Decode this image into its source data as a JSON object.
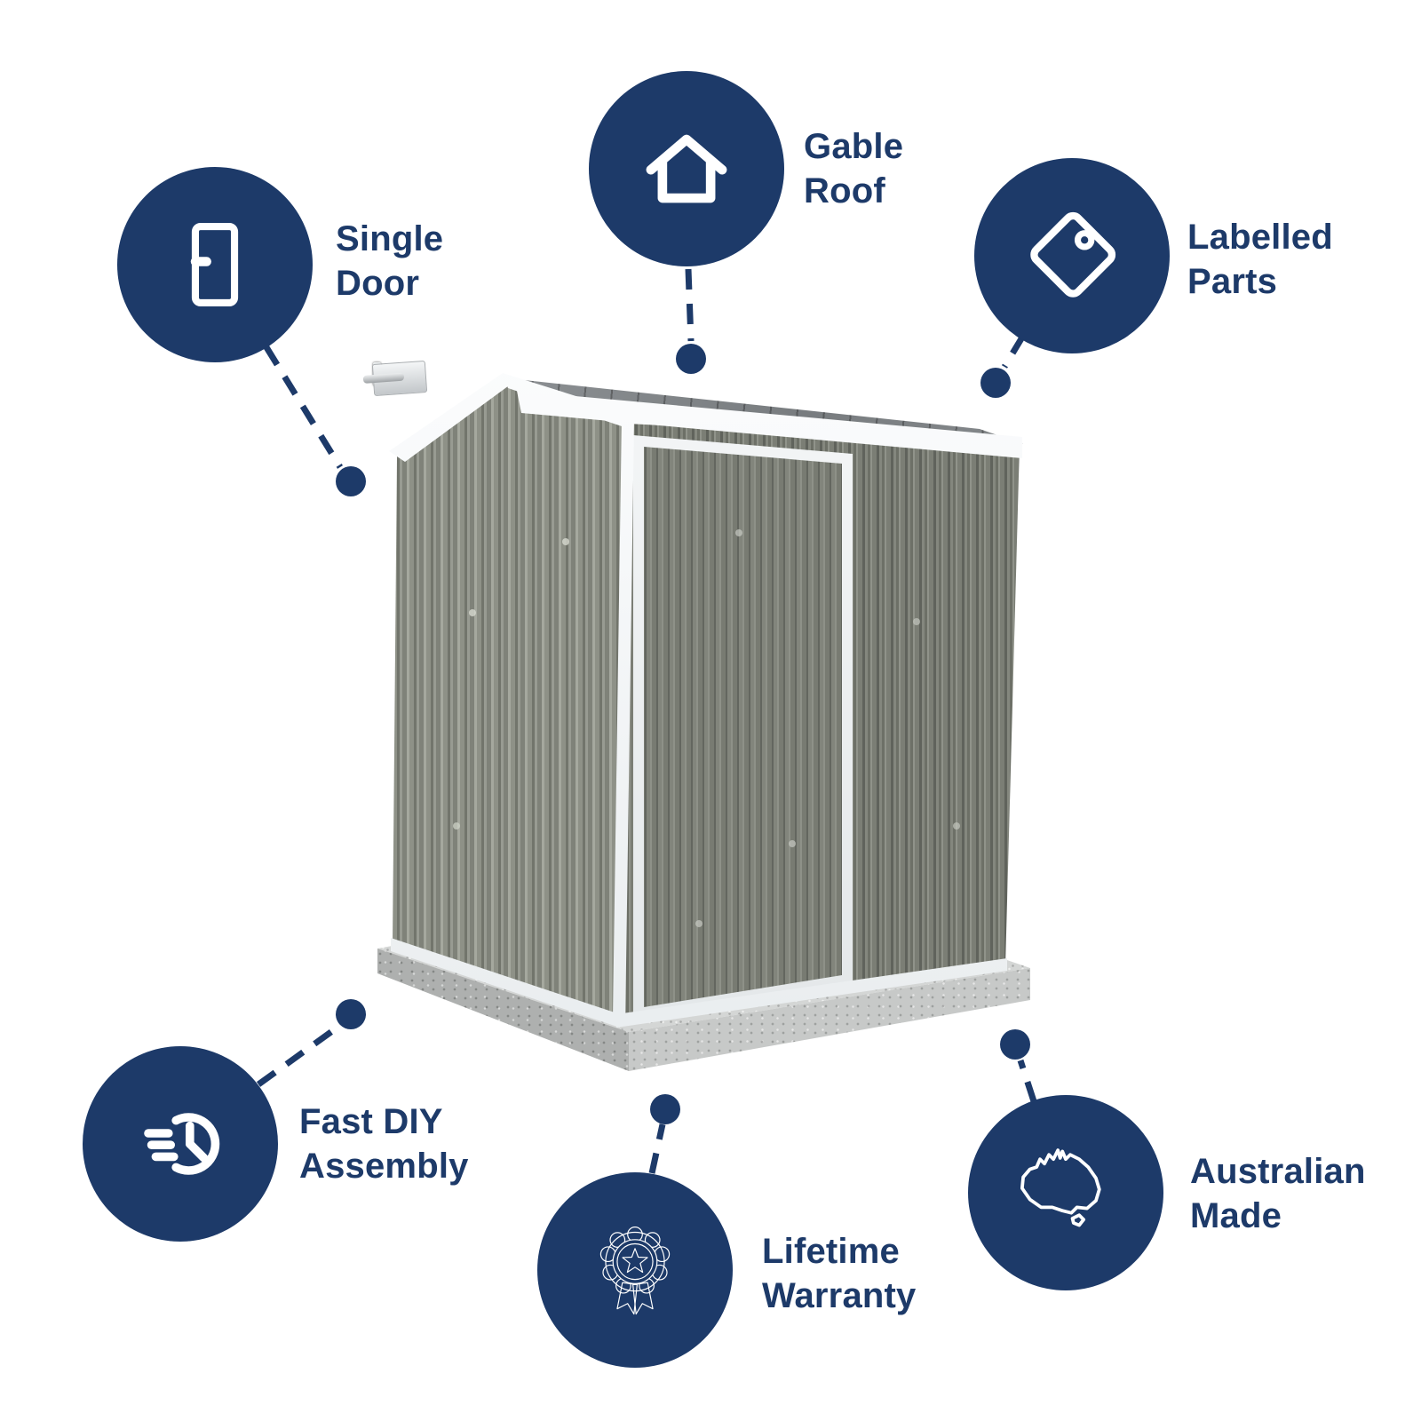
{
  "accent_color": "#1d3a69",
  "background_color": "#ffffff",
  "features": [
    {
      "id": "single-door",
      "icon": "door-icon",
      "label": "Single\nDoor"
    },
    {
      "id": "gable-roof",
      "icon": "gable-roof-icon",
      "label": "Gable\nRoof"
    },
    {
      "id": "labelled-parts",
      "icon": "price-tag-icon",
      "label": "Labelled\nParts"
    },
    {
      "id": "fast-diy-assembly",
      "icon": "speed-clock-icon",
      "label": "Fast DIY\nAssembly"
    },
    {
      "id": "lifetime-warranty",
      "icon": "award-rosette-icon",
      "label": "Lifetime\nWarranty"
    },
    {
      "id": "australian-made",
      "icon": "australia-map-icon",
      "label": "Australian\nMade"
    }
  ],
  "illustration": {
    "subject": "grey corrugated metal garden shed with single hinged door, white trim, gable roof, on concrete slab",
    "colors": {
      "wall_grey": "#84877e",
      "trim_white": "#f2f4f5",
      "roof_grey": "#84888b",
      "slab_concrete": "#c7c9c8"
    }
  }
}
